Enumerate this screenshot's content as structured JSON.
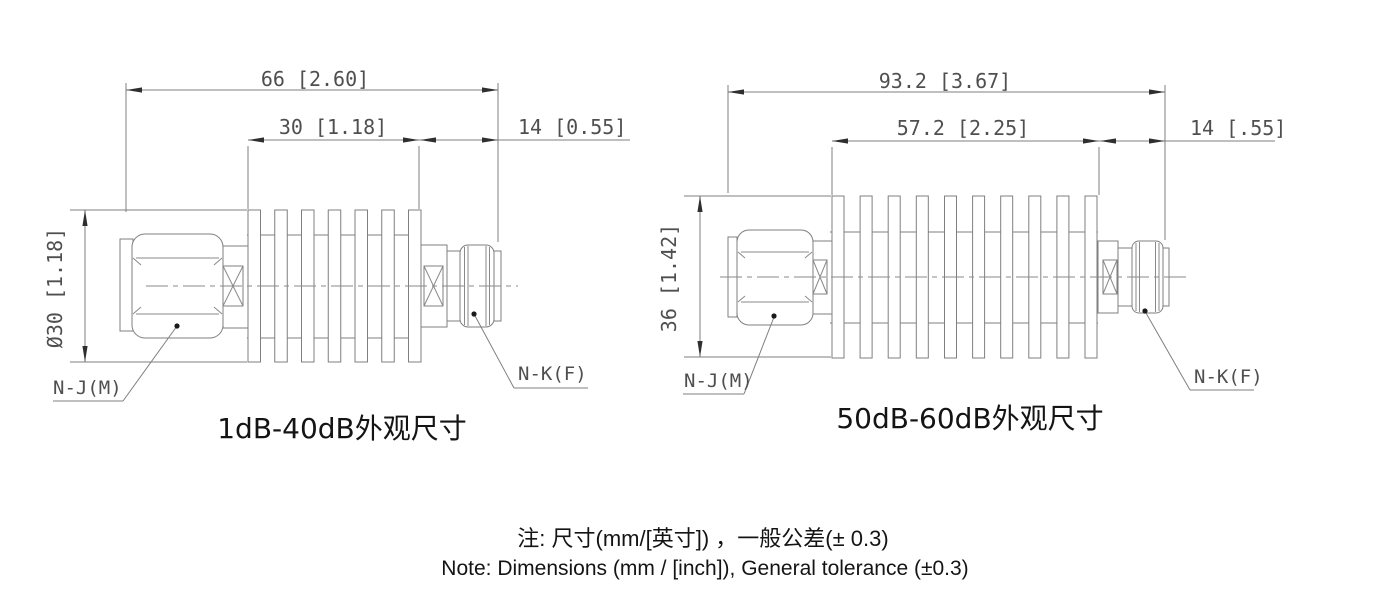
{
  "page": {
    "background": "#ffffff"
  },
  "drawings": [
    {
      "caption": "1dB-40dB外观尺寸",
      "dims": {
        "overall": "66 [2.60]",
        "fins": "30 [1.18]",
        "connector": "14 [0.55]",
        "diameter": "Ø30 [1.18]"
      },
      "labels": {
        "input": "N-J(M)",
        "output": "N-K(F)"
      }
    },
    {
      "caption": "50dB-60dB外观尺寸",
      "dims": {
        "overall": "93.2 [3.67]",
        "fins": "57.2 [2.25]",
        "connector": "14 [.55]",
        "diameter": "36 [1.42]"
      },
      "labels": {
        "input": "N-J(M)",
        "output": "N-K(F)"
      }
    }
  ],
  "notes": {
    "zh": "注: 尺寸(mm/[英寸]) ，一般公差(± 0.3)",
    "en": "Note: Dimensions (mm / [inch]), General tolerance (±0.3)"
  },
  "colors": {
    "line": "#7f7f7f",
    "arrow": "#2f2f2f",
    "dim_text": "#4f4f4f",
    "text": "#141414"
  }
}
